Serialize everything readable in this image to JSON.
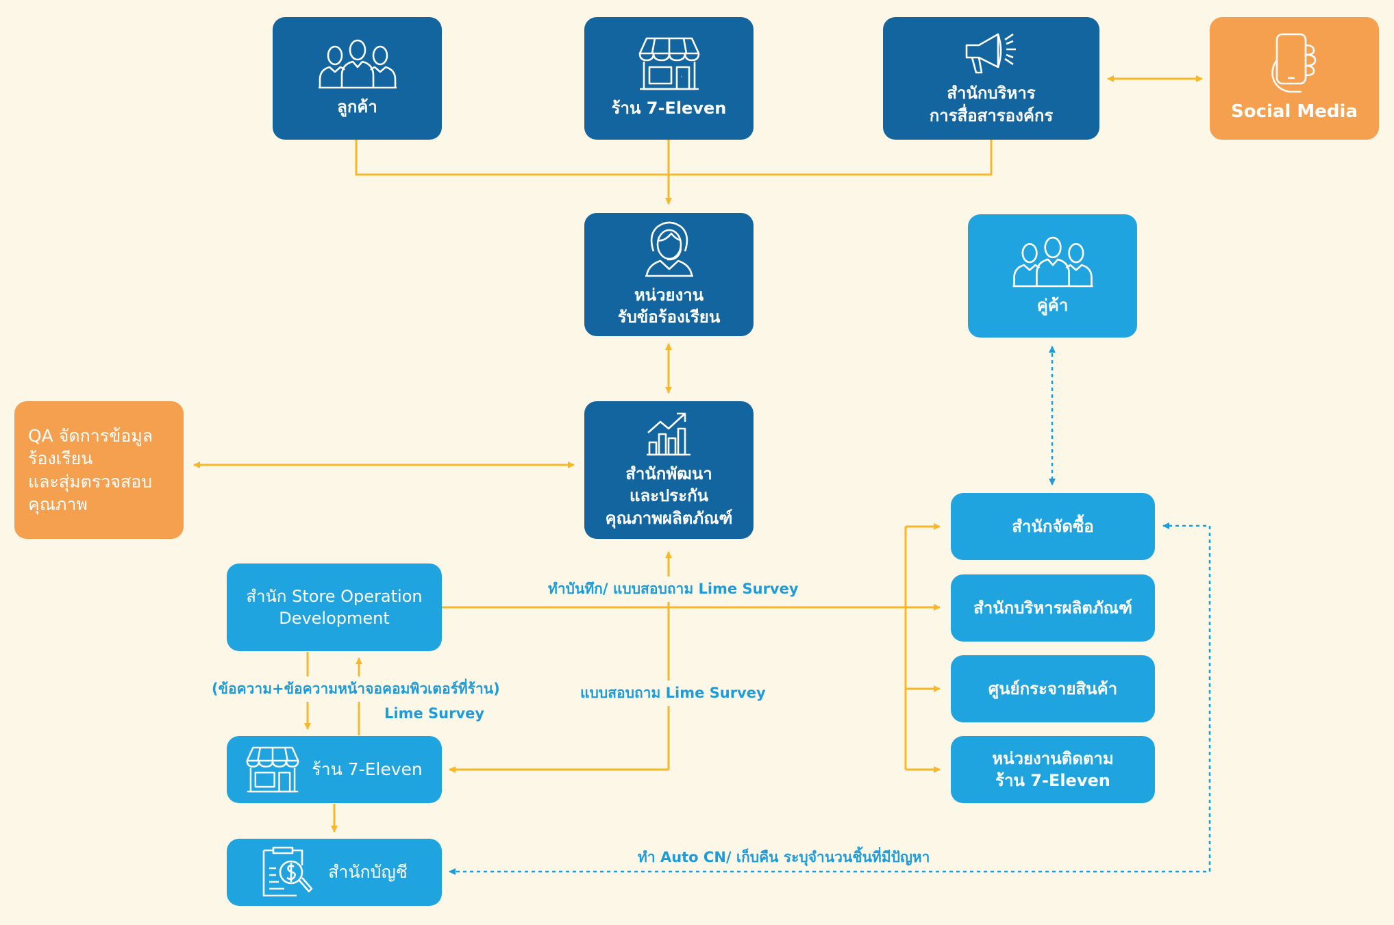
{
  "nodes": {
    "customer": {
      "label": "ลูกค้า",
      "icon": "people-group-icon"
    },
    "store_top": {
      "label": "ร้าน 7-Eleven",
      "icon": "storefront-icon"
    },
    "corp_comm": {
      "lines": [
        "สำนักบริหาร",
        "การสื่อสารองค์กร"
      ],
      "icon": "megaphone-icon"
    },
    "social_media": {
      "label": "Social Media",
      "icon": "smartphone-hand-icon"
    },
    "complaint_unit": {
      "lines": [
        "หน่วยงาน",
        "รับข้อร้องเรียน"
      ],
      "icon": "call-center-agent-icon"
    },
    "supplier": {
      "label": "คู่ค้า",
      "icon": "people-group-icon"
    },
    "qa": {
      "lines": [
        "QA จัดการข้อมูล",
        "ร้องเรียน",
        "และสุ่มตรวจสอบ",
        "คุณภาพ"
      ]
    },
    "product_dev": {
      "lines": [
        "สำนักพัฒนา",
        "และประกัน",
        "คุณภาพผลิตภัณฑ์"
      ],
      "icon": "growth-chart-icon"
    },
    "purchasing": {
      "label": "สำนักจัดซื้อ"
    },
    "store_ops": {
      "lines": [
        "สำนัก Store Operation",
        "Development"
      ]
    },
    "product_mgmt": {
      "label": "สำนักบริหารผลิตภัณฑ์"
    },
    "distribution": {
      "label": "ศูนย์กระจายสินค้า"
    },
    "store_bottom": {
      "label": "ร้าน 7-Eleven",
      "icon": "storefront-icon"
    },
    "store_tracking": {
      "lines": [
        "หน่วยงานติดตาม",
        "ร้าน 7-Eleven"
      ]
    },
    "accounting": {
      "label": "สำนักบัญชี",
      "icon": "invoice-magnifier-icon"
    }
  },
  "edge_labels": {
    "record_survey": "ทำบันทึก/ แบบสอบถาม Lime Survey",
    "message_screen": "(ข้อความ+ข้อความหน้าจอคอมพิวเตอร์ที่ร้าน)",
    "lime_survey": "Lime Survey",
    "survey_lime": "แบบสอบถาม Lime Survey",
    "auto_cn": "ทำ Auto CN/ เก็บคืน ระบุจำนวนชิ้นที่มีปัญหา"
  },
  "colors": {
    "dark_blue": "#1365a0",
    "light_blue": "#20a4df",
    "orange": "#f5a04f",
    "connector_yellow": "#f6b829",
    "connector_blue": "#1e9bd9",
    "background": "#fdf7e7"
  }
}
